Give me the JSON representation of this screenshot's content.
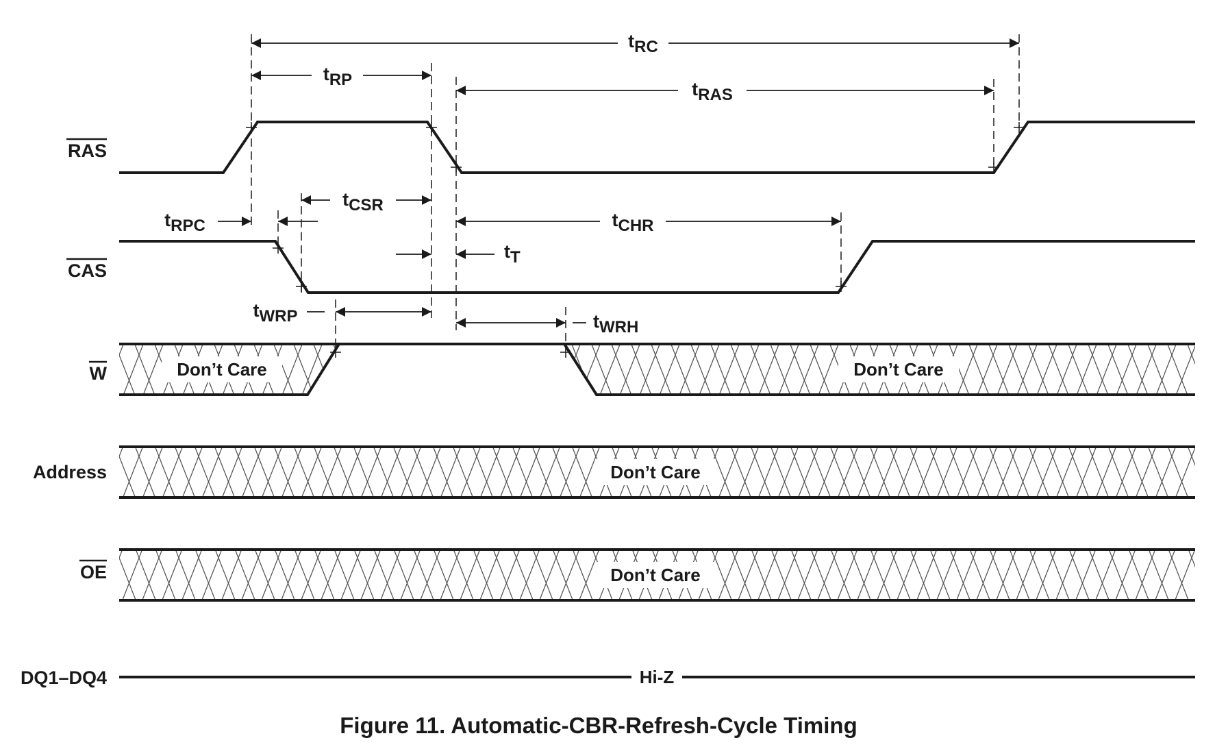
{
  "figure": {
    "caption": "Figure 11. Automatic-CBR-Refresh-Cycle Timing"
  },
  "signals": {
    "ras": "RAS",
    "cas": "CAS",
    "w": "W",
    "address": "Address",
    "oe": "OE",
    "dq": "DQ1–DQ4"
  },
  "state_labels": {
    "dont_care": "Don’t Care",
    "hi_z": "Hi-Z"
  },
  "timing": {
    "trc": {
      "t": "t",
      "sub": "RC"
    },
    "trp": {
      "t": "t",
      "sub": "RP"
    },
    "tras": {
      "t": "t",
      "sub": "RAS"
    },
    "tcsr": {
      "t": "t",
      "sub": "CSR"
    },
    "trpc": {
      "t": "t",
      "sub": "RPC"
    },
    "tchr": {
      "t": "t",
      "sub": "CHR"
    },
    "tt": {
      "t": "t",
      "sub": "T"
    },
    "twrp": {
      "t": "t",
      "sub": "WRP"
    },
    "twrh": {
      "t": "t",
      "sub": "WRH"
    }
  },
  "colors": {
    "ink": "#1a1a1a",
    "hatch": "#555555",
    "background": "#ffffff"
  }
}
